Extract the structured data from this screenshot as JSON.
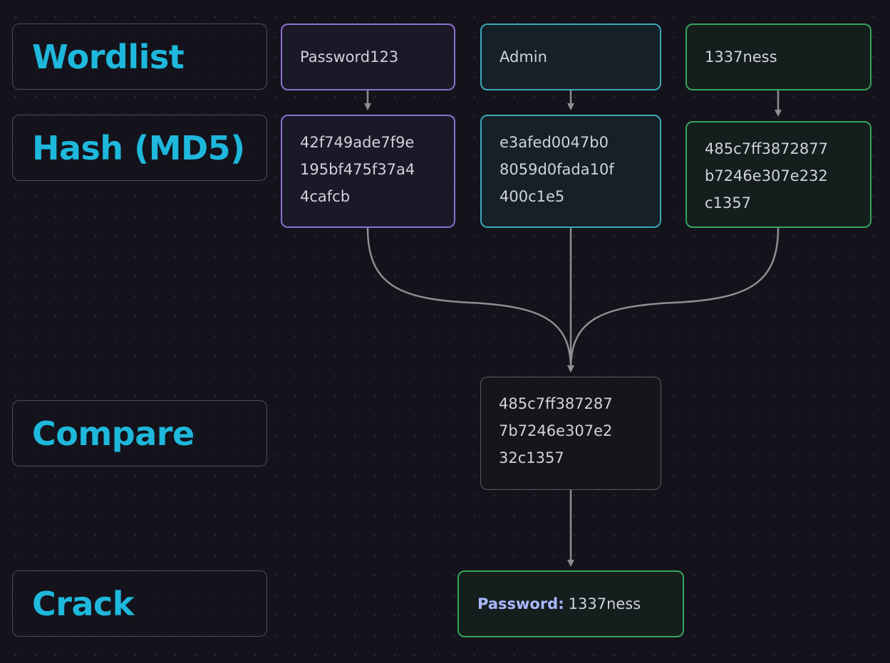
{
  "stages": {
    "wordlist": "Wordlist",
    "hash": "Hash (MD5)",
    "compare": "Compare",
    "crack": "Crack"
  },
  "columns": [
    {
      "word": "Password123",
      "hash": "42f749ade7f9e\n195bf475f37a4\n4cafcb",
      "color": "#8b6fd1"
    },
    {
      "word": "Admin",
      "hash": "e3afed0047b0\n8059d0fada10f\n400c1e5",
      "color": "#3aa9b5"
    },
    {
      "word": "1337ness",
      "hash": "485c7ff3872877\nb7246e307e232\nc1357",
      "color": "#35a45a"
    }
  ],
  "compare": {
    "hash": "485c7ff387287\n7b7246e307e2\n32c1357"
  },
  "result": {
    "label": "Password:",
    "value": "1337ness"
  },
  "colors": {
    "accent": "#1eb8dc",
    "edge": "#8e8e94",
    "result_label": "#a9b8ff"
  }
}
